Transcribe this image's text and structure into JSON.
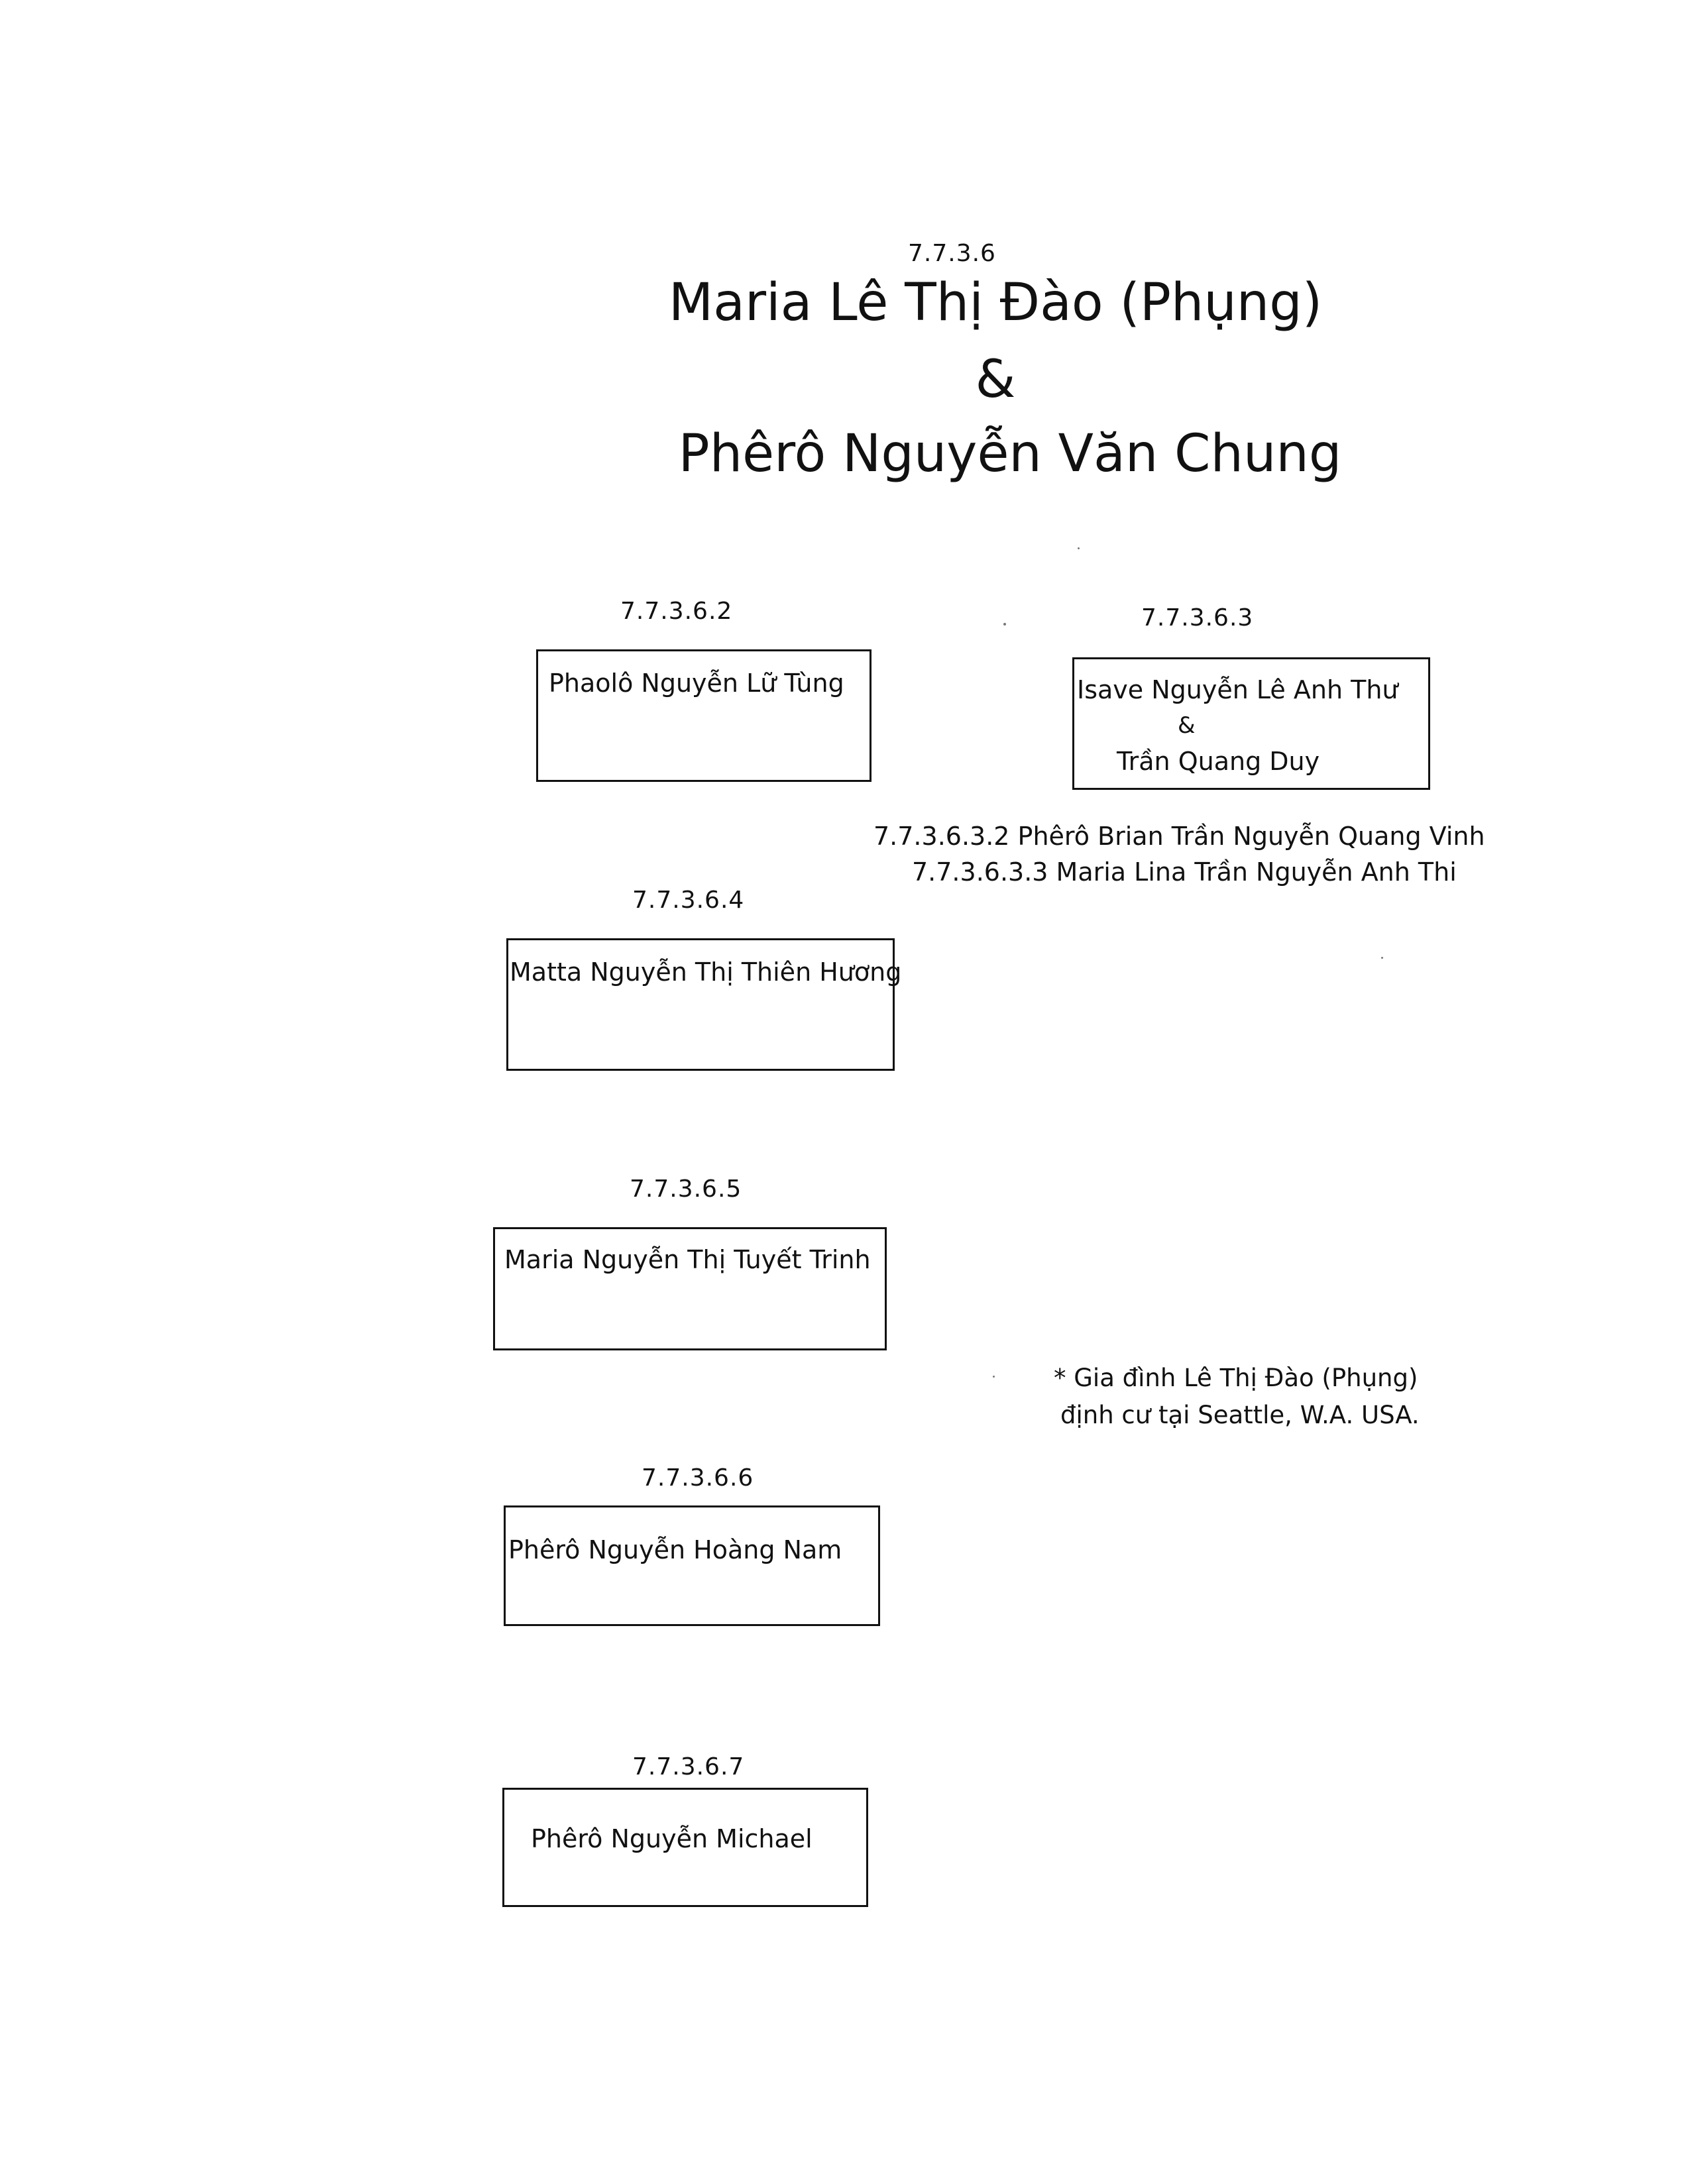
{
  "header": {
    "code": "7.7.3.6",
    "spouse_1": "Maria Lê Thị Đào (Phụng)",
    "ampersand": "&",
    "spouse_2": "Phêrô Nguyễn Văn Chung"
  },
  "children": [
    {
      "code": "7.7.3.6.2",
      "name": "Phaolô Nguyễn Lữ Tùng"
    },
    {
      "code": "7.7.3.6.3",
      "name": "Isave Nguyễn Lê Anh Thư",
      "ampersand": "&",
      "spouse": "Trần Quang Duy"
    },
    {
      "code": "7.7.3.6.4",
      "name": "Matta Nguyễn Thị Thiên Hương"
    },
    {
      "code": "7.7.3.6.5",
      "name": "Maria Nguyễn Thị Tuyết Trinh"
    },
    {
      "code": "7.7.3.6.6",
      "name": "Phêrô Nguyễn Hoàng Nam"
    },
    {
      "code": "7.7.3.6.7",
      "name": "Phêrô Nguyễn Michael"
    }
  ],
  "grandchildren": [
    {
      "text": "7.7.3.6.3.2 Phêrô Brian Trần Nguyễn Quang Vinh"
    },
    {
      "text": "7.7.3.6.3.3 Maria Lina Trần Nguyễn Anh Thi"
    }
  ],
  "note": {
    "line1": "* Gia đình Lê Thị Đào (Phụng)",
    "line2": "định cư tại Seattle, W.A.   USA."
  }
}
